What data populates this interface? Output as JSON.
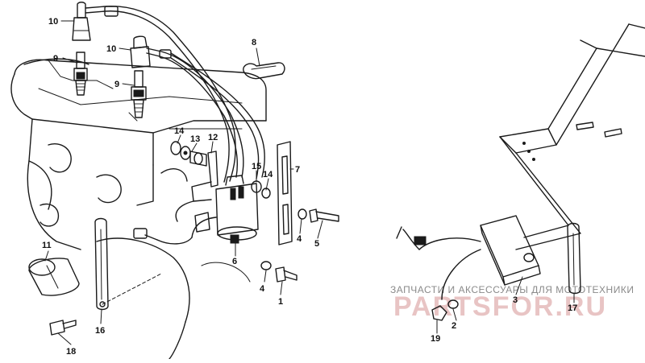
{
  "watermark": {
    "caption": "ЗАПЧАСТИ И АКСЕССУАРЫ ДЛЯ МОТОТЕХНИКИ",
    "brand": "PARTSFOR.RU",
    "colors": {
      "caption": "#8a8a8a",
      "brand": "#e8c4c4"
    }
  },
  "callouts": [
    {
      "id": "10a",
      "label": "10"
    },
    {
      "id": "10b",
      "label": "10"
    },
    {
      "id": "9a",
      "label": "9"
    },
    {
      "id": "9b",
      "label": "9"
    },
    {
      "id": "8",
      "label": "8"
    },
    {
      "id": "14a",
      "label": "14"
    },
    {
      "id": "13",
      "label": "13"
    },
    {
      "id": "12",
      "label": "12"
    },
    {
      "id": "15",
      "label": "15"
    },
    {
      "id": "14b",
      "label": "14"
    },
    {
      "id": "7",
      "label": "7"
    },
    {
      "id": "4a",
      "label": "4"
    },
    {
      "id": "5",
      "label": "5"
    },
    {
      "id": "6",
      "label": "6"
    },
    {
      "id": "4b",
      "label": "4"
    },
    {
      "id": "1",
      "label": "1"
    },
    {
      "id": "11",
      "label": "11"
    },
    {
      "id": "16",
      "label": "16"
    },
    {
      "id": "18",
      "label": "18"
    },
    {
      "id": "3",
      "label": "3"
    },
    {
      "id": "17",
      "label": "17"
    },
    {
      "id": "2",
      "label": "2"
    },
    {
      "id": "19",
      "label": "19"
    }
  ],
  "colors": {
    "ink": "#1a1a1a",
    "background": "#ffffff"
  }
}
